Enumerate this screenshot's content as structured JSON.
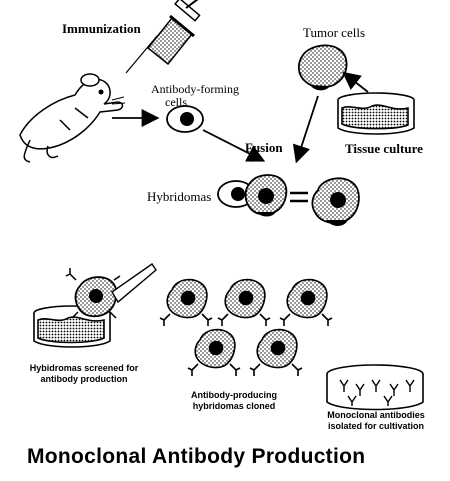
{
  "diagram": {
    "title": "Monoclonal Antibody Production",
    "labels": {
      "immunization": "Immunization",
      "tumor_cells": "Tumor cells",
      "antibody_forming_1": "Antibody-forming",
      "antibody_forming_2": "cells",
      "fusion": "Fusion",
      "tissue_culture": "Tissue culture",
      "hybridomas": "Hybridomas",
      "screened_1": "Hybidromas screened for",
      "screened_2": "antibody  production",
      "cloned_1": "Antibody-producing",
      "cloned_2": "hybridomas cloned",
      "isolated_1": "Monoclonal antibodies",
      "isolated_2": "isolated for cultivation"
    },
    "equals_sign": "="
  }
}
